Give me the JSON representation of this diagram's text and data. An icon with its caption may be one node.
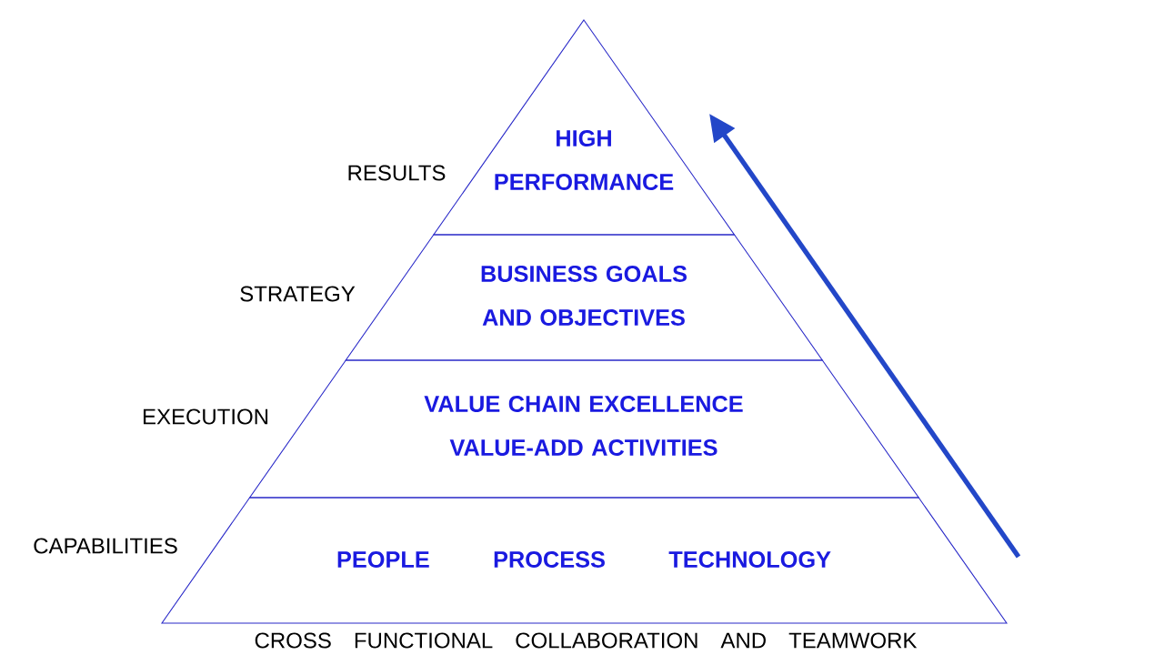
{
  "diagram": {
    "nodes": [
      {
        "text": [
          "HIGH PERFORMANCE"
        ],
        "beside": [
          "RESULTS"
        ]
      },
      {
        "text": [
          "BUSINESS GOALS AND OBJECTIVES"
        ],
        "beside": [
          "STRATEGY"
        ]
      },
      {
        "text": [
          "VALUE CHAIN EXCELLENCE",
          "VALUE-ADD ACTIVITIES"
        ],
        "beside": [
          "EXECUTION"
        ]
      },
      {
        "text": [
          "PEOPLE",
          "PROCESS",
          "TECHNOLOGY"
        ],
        "beside": [
          "CAPABILITIES"
        ]
      }
    ],
    "labels": [
      "CROSS FUNCTIONAL COLLABORATION AND TEAMWORK"
    ]
  }
}
